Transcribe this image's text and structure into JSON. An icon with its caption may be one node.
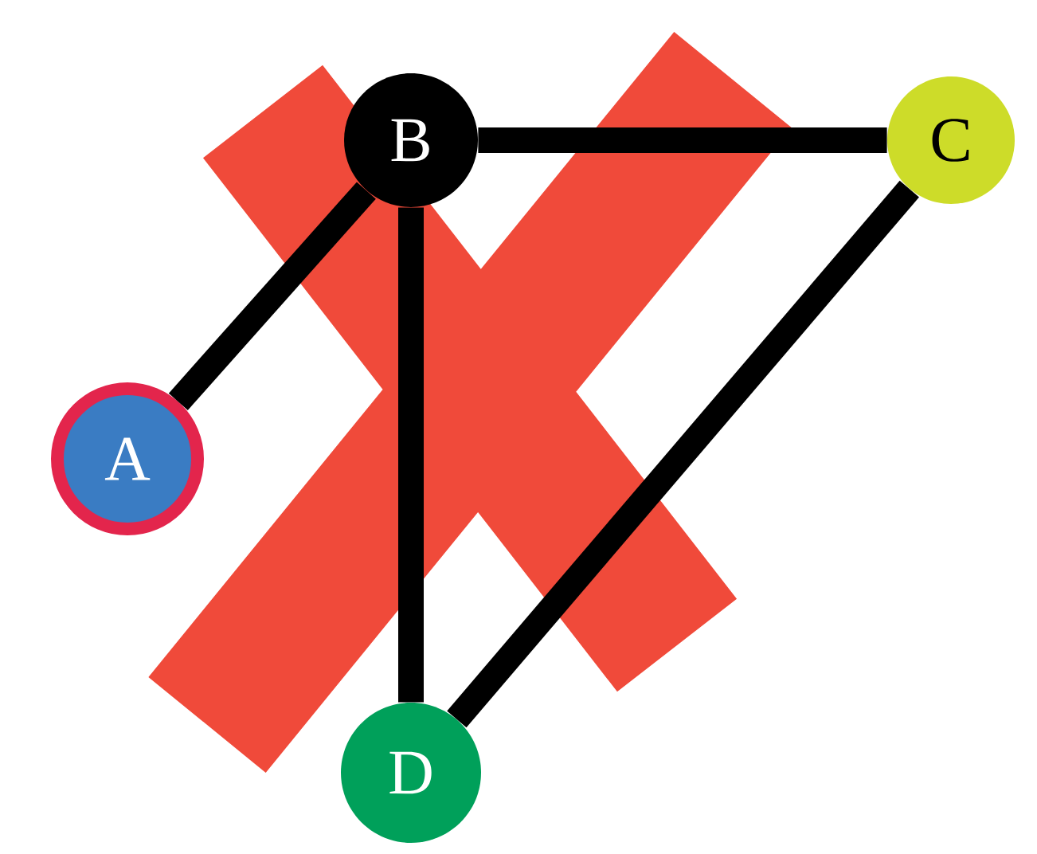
{
  "diagram": {
    "nodes": [
      {
        "text": [
          "A"
        ]
      },
      {
        "text": [
          "B"
        ]
      },
      {
        "text": [
          "C"
        ]
      },
      {
        "text": [
          "D"
        ]
      }
    ],
    "edges": [
      {
        "from": 0,
        "to": 1,
        "arrow": "none"
      },
      {
        "from": 1,
        "to": 2,
        "arrow": "none"
      },
      {
        "from": 2,
        "to": 3,
        "arrow": "none"
      },
      {
        "from": 1,
        "to": 3,
        "arrow": "none"
      }
    ]
  }
}
